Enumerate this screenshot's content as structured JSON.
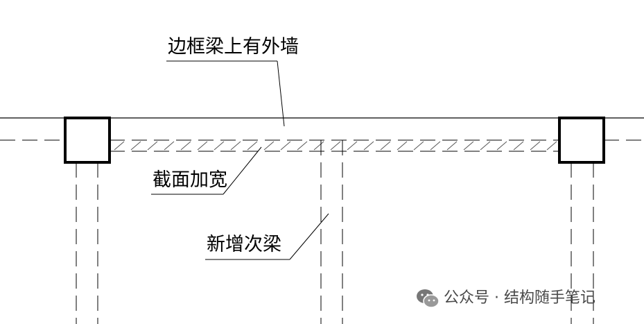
{
  "annotations": {
    "wall_beam": "边框梁上有外墙",
    "section_widen": "截面加宽",
    "new_secondary_beam": "新增次梁"
  },
  "watermark": {
    "text": "公众号 · 结构随手笔记",
    "icon": "wechat-icon",
    "color": "#4a4a4a"
  },
  "colors": {
    "line": "#000000",
    "background": "#ffffff"
  }
}
